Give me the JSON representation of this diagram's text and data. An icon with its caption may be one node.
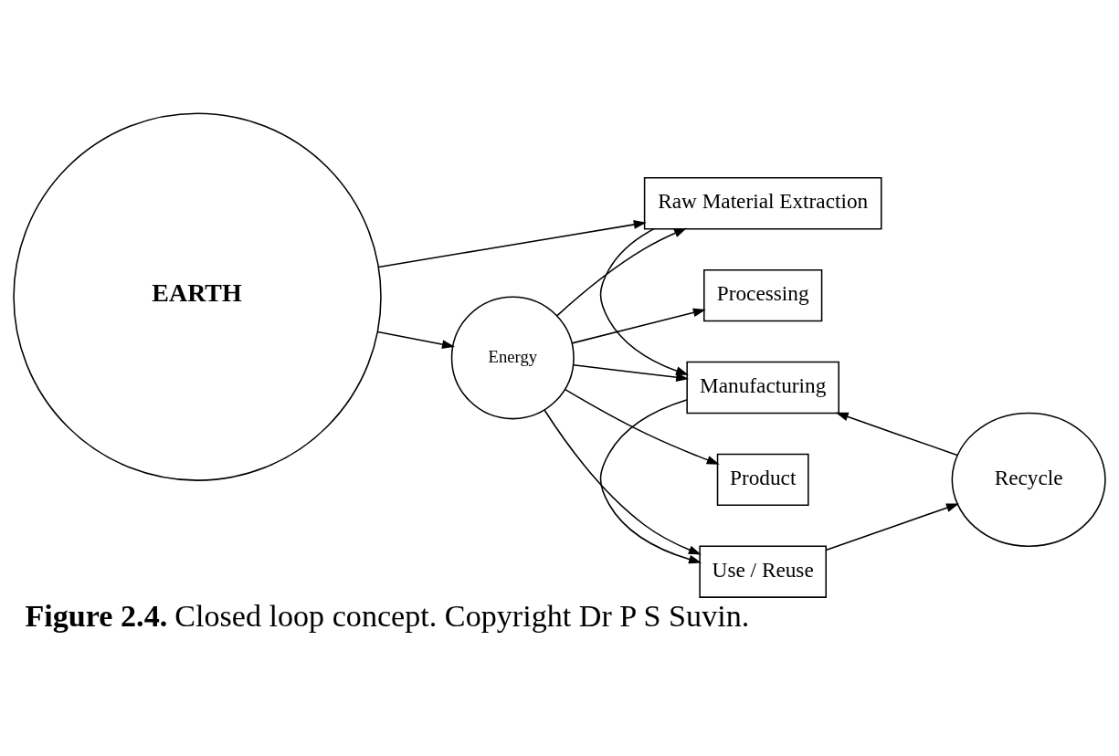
{
  "diagram": {
    "caption": "**Figure 2.4.** Closed loop concept. Copyright Dr P S Suvin.",
    "nodes": [
      {
        "text": [
          "EARTH"
        ]
      },
      {
        "text": [
          "Raw Material Extraction"
        ]
      },
      {
        "text": [
          "Processing"
        ]
      },
      {
        "text": [
          "Energy"
        ]
      },
      {
        "text": [
          "Manufacturing"
        ]
      },
      {
        "text": [
          "Product"
        ]
      },
      {
        "text": [
          "Use / Reuse"
        ]
      },
      {
        "text": [
          "Recycle"
        ]
      }
    ],
    "edges": [
      {
        "from": 0,
        "to": 1,
        "arrow": "to"
      },
      {
        "from": 0,
        "to": 3,
        "arrow": "to"
      },
      {
        "from": 3,
        "to": 1,
        "arrow": "to"
      },
      {
        "from": 3,
        "to": 2,
        "arrow": "to"
      },
      {
        "from": 3,
        "to": 4,
        "arrow": "to"
      },
      {
        "from": 3,
        "to": 5,
        "arrow": "to"
      },
      {
        "from": 3,
        "to": 6,
        "arrow": "to"
      },
      {
        "from": 1,
        "to": 4,
        "arrow": "to"
      },
      {
        "from": 4,
        "to": 6,
        "arrow": "to"
      },
      {
        "from": 6,
        "to": 7,
        "arrow": "to"
      },
      {
        "from": 7,
        "to": 4,
        "arrow": "to"
      }
    ]
  }
}
